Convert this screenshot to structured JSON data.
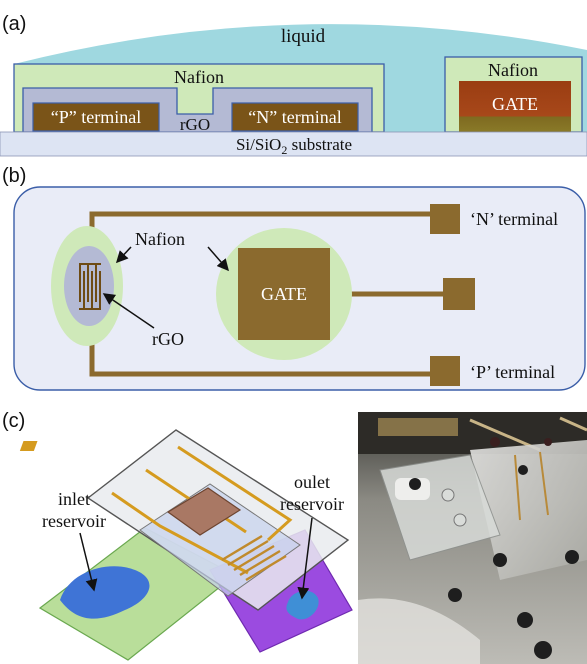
{
  "panel_a": {
    "tag": "(a)",
    "liquid": "liquid",
    "nafion_left": "Nafion",
    "nafion_right": "Nafion",
    "p_terminal": "“P” terminal",
    "n_terminal": "“N” terminal",
    "rgo": "rGO",
    "gate": "GATE",
    "substrate_main": "Si/SiO",
    "substrate_sub": "2",
    "substrate_tail": " substrate"
  },
  "panel_b": {
    "tag": "(b)",
    "nafion": "Nafion",
    "gate": "GATE",
    "rgo": "rGO",
    "n_terminal": "‘N’ terminal",
    "p_terminal": "‘P’ terminal"
  },
  "panel_c": {
    "tag": "(c)",
    "inlet_line1": "inlet",
    "inlet_line2": "reservoir",
    "outlet_line1": "oulet",
    "outlet_line2": "reservoir"
  },
  "colors": {
    "liquid": "#9fd8e0",
    "nafion": "#cfe9b9",
    "nafion_border": "#3b5ea8",
    "rgo": "#b4bad4",
    "terminal": "#7a5418",
    "gate": "#a8481a",
    "substrate": "#dde4f3",
    "panel_b_bg": "#e9ecf7",
    "trace": "#8b6a2e"
  }
}
